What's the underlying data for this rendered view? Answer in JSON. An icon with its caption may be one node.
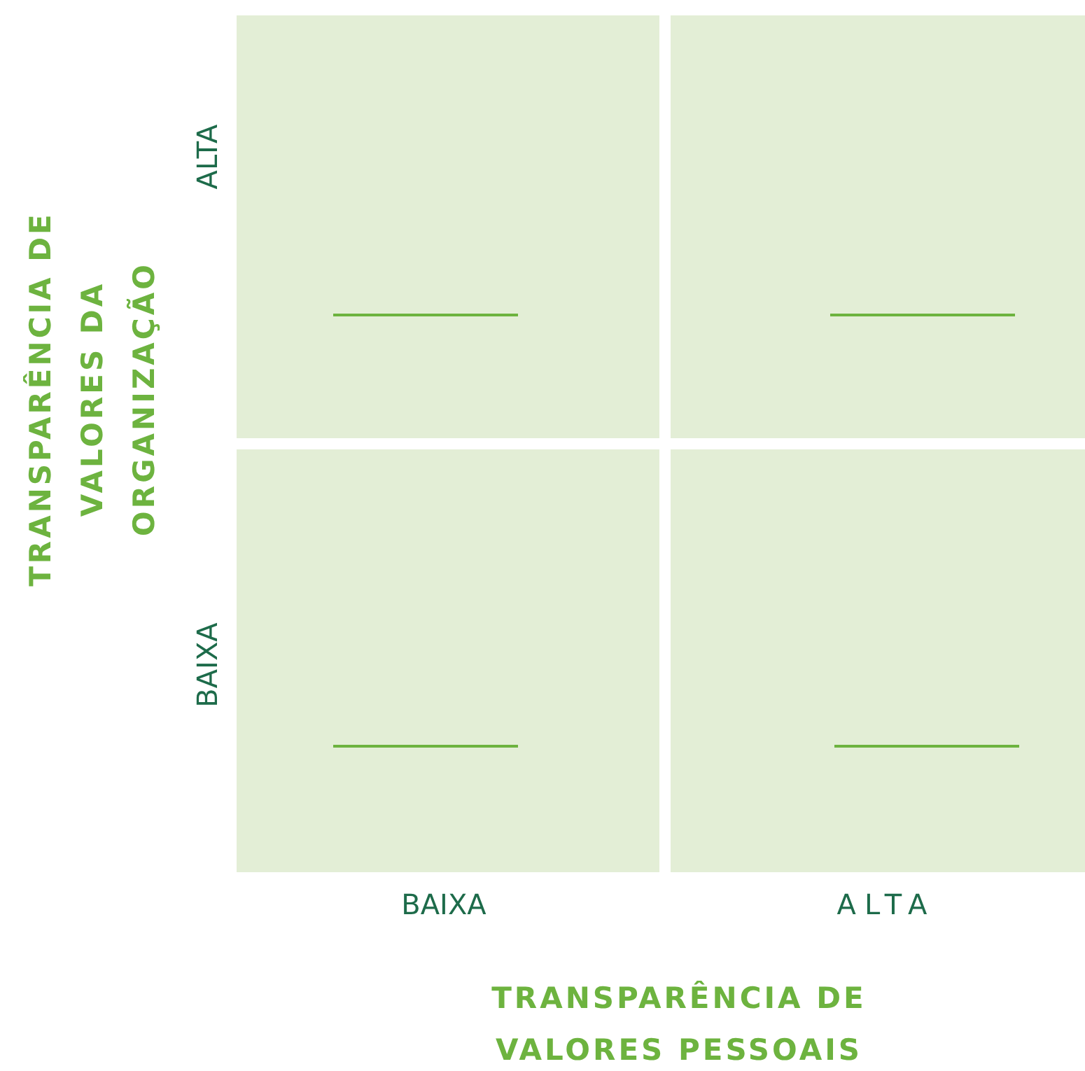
{
  "diagram": {
    "nodes": [
      {
        "text": [],
        "shape": "box"
      },
      {
        "text": [],
        "shape": "box"
      },
      {
        "text": [],
        "shape": "box"
      },
      {
        "text": [],
        "shape": "box"
      }
    ],
    "labels": [
      "ALTA",
      "BAIXA",
      "BAIXA",
      "ALTA",
      "TRANSPARÊNCIA DE VALORES DA ORGANIZAÇÃO",
      "TRANSPARÊNCIA DE VALORES PESSOAIS"
    ]
  }
}
